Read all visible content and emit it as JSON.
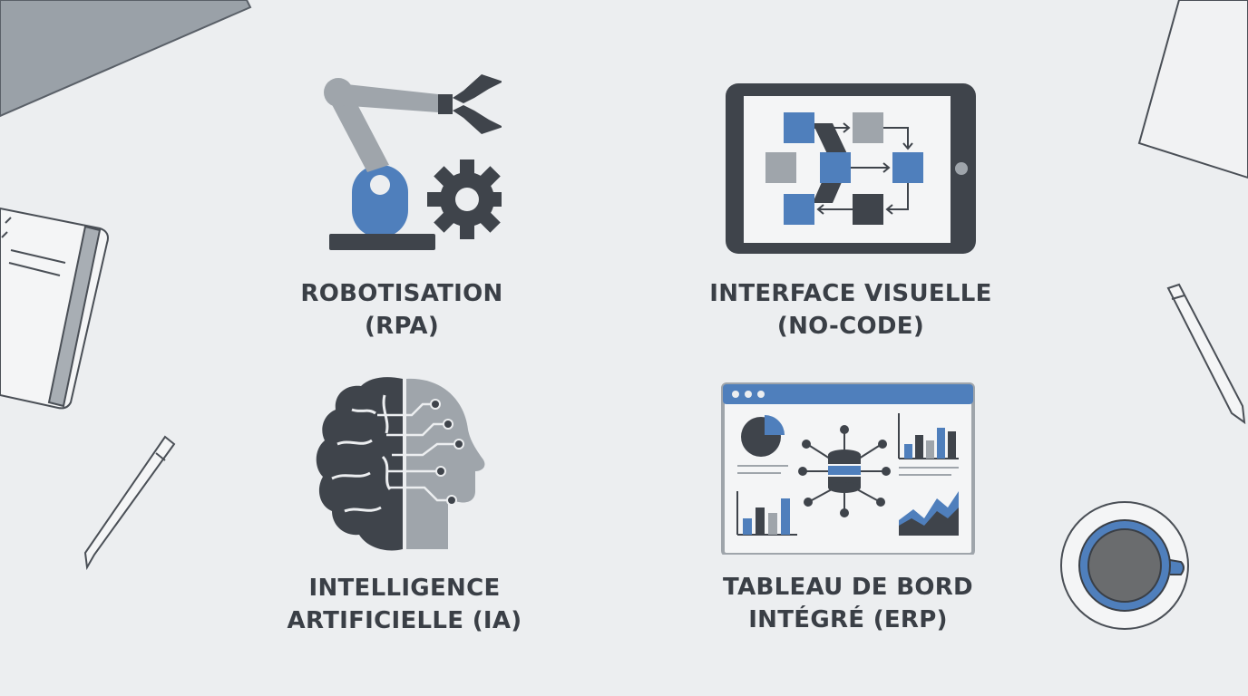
{
  "tiles": [
    {
      "line1": "ROBOTISATION",
      "line2": "(RPA)",
      "icon": "robot-arm-gear-icon"
    },
    {
      "line1": "INTERFACE VISUELLE",
      "line2": "(NO-CODE)",
      "icon": "tablet-flowchart-icon"
    },
    {
      "line1": "INTELLIGENCE",
      "line2": "ARTIFICIELLE (IA)",
      "icon": "brain-circuit-head-icon"
    },
    {
      "line1": "TABLEAU DE BORD",
      "line2": "INTÉGRÉ (ERP)",
      "icon": "dashboard-database-icon"
    }
  ],
  "colors": {
    "background": "#eceef0",
    "dark": "#3f444b",
    "blue": "#4f7fbc",
    "gray": "#9fa5ab",
    "text": "#3a3f46"
  },
  "decorations": [
    "laptop-corner",
    "notebook",
    "pen-left",
    "paper-sheet",
    "pen-right",
    "coffee-cup"
  ]
}
